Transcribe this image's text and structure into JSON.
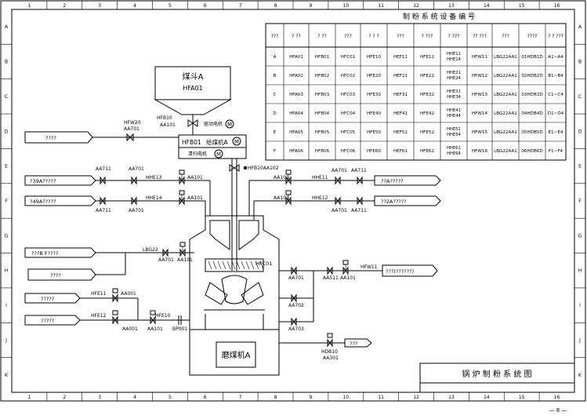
{
  "frame": {
    "columns": [
      "1",
      "2",
      "3",
      "4",
      "5",
      "6",
      "7",
      "8",
      "9",
      "10",
      "11",
      "12",
      "13",
      "14",
      "15",
      "16"
    ],
    "rows": [
      "A",
      "B",
      "C",
      "D",
      "E",
      "F",
      "G",
      "H",
      "I",
      "J",
      "K"
    ]
  },
  "table": {
    "title": "制 粉 系 统 设 备 编 号",
    "headers": [
      "???",
      "? ??",
      "? ??",
      "???",
      "? ? ?",
      "???",
      "? ???",
      "? ???",
      "?? ???",
      "???",
      "????",
      "? ? ???",
      "???"
    ],
    "rows": [
      [
        "A",
        "HFA01",
        "HFB01",
        "HFC01",
        "HFE10",
        "HEF11",
        "HFE12",
        "HHE11 HHE14",
        "HFW11",
        "LBG22AA1",
        "01HDB1D",
        "A1~A4"
      ],
      [
        "B",
        "HFA02",
        "HFB02",
        "HFC02",
        "HFE20",
        "HEF21",
        "HFE22",
        "HHE21 HHE24",
        "HFW12",
        "LBG22AA1",
        "02HDB2D",
        "B1~B4"
      ],
      [
        "C",
        "HFA03",
        "HFB03",
        "HFC03",
        "HFE30",
        "HEF31",
        "HFE32",
        "HHE31 HHE34",
        "HFW13",
        "LBG22AA1",
        "03HDB3D",
        "C1~C4"
      ],
      [
        "D",
        "HFA04",
        "HFB04",
        "HFC04",
        "HFE40",
        "HEF41",
        "HFE42",
        "HHE41 HHE44",
        "HFW14",
        "LBG22AA1",
        "04HDB4D",
        "D1~D4"
      ],
      [
        "E",
        "HFA05",
        "HFB05",
        "HFC05",
        "HFE50",
        "HEF51",
        "HFE52",
        "HHE51 HHE54",
        "HFW15",
        "LBG22AA1",
        "05HDB5D",
        "E1~E4"
      ],
      [
        "F",
        "HFA06",
        "HFB06",
        "HFC06",
        "HFE60",
        "HEF61",
        "HFE62",
        "HHE61 HHE64",
        "HFW16",
        "LBG22AA1",
        "06HDB6D",
        "F1~F4"
      ]
    ]
  },
  "title_block": {
    "title": "锅 炉 制 粉 系 统 图"
  },
  "page_number": "— 8 —",
  "equipment": {
    "hopper_name": "煤斗A",
    "hopper_code": "HFA01",
    "feeder_code": "HFB01",
    "feeder_name": "给煤机A",
    "mill_name": "磨煤机A",
    "drive_motor": "驱动电机",
    "cleaning_motor": "清扫电机",
    "mill_tag": "HFC01"
  },
  "tags": {
    "hfb10": "HFB10",
    "aa101_top": "AA101",
    "hfw20": "HFW20",
    "aa701_hfw": "AA701",
    "hfb10_aa102": "HFB10AA102",
    "aa711_l1": "AA711",
    "aa701_l1": "AA701",
    "hhe13": "HHE13",
    "aa101_l1": "AA101",
    "hhe14": "HHE14",
    "aa101_l2": "AA101",
    "aa711_l2": "AA711",
    "aa701_l2": "AA701",
    "aa101_r1": "AA101",
    "aa701_r1": "AA701",
    "aa711_r1": "AA711",
    "hhe11": "HHE11",
    "aa101_r2": "AA101",
    "hhe12": "HHE12",
    "aa701_r2": "AA701",
    "aa711_r2": "AA711",
    "lbg22": "LBG22",
    "aa701_lbg": "AA701",
    "aa101_lbg": "AA101",
    "hfe11": "HFE11",
    "aa001_a": "AA001",
    "hfe12": "HFE12",
    "aa001_b": "AA001",
    "aa101_b": "AA101",
    "hfe10": "HFE10",
    "bp001": "BP001",
    "aa701_o1": "AA701",
    "aa702": "AA702",
    "aa703": "AA703",
    "aa511": "AA511",
    "aa101_o": "AA101",
    "hfw11": "HFW11",
    "hdb10": "HDB10",
    "aa301": "AA301"
  },
  "boxes": {
    "left_1": "????",
    "left_2": "?39A?????",
    "left_3": "?49A?????",
    "left_4": "???B F????",
    "left_5": "????",
    "left_6": "?????",
    "left_7": "?????",
    "right_1": "??A?????",
    "right_2": "??2A?????",
    "right_3": "???(??????)",
    "right_4": "???"
  }
}
